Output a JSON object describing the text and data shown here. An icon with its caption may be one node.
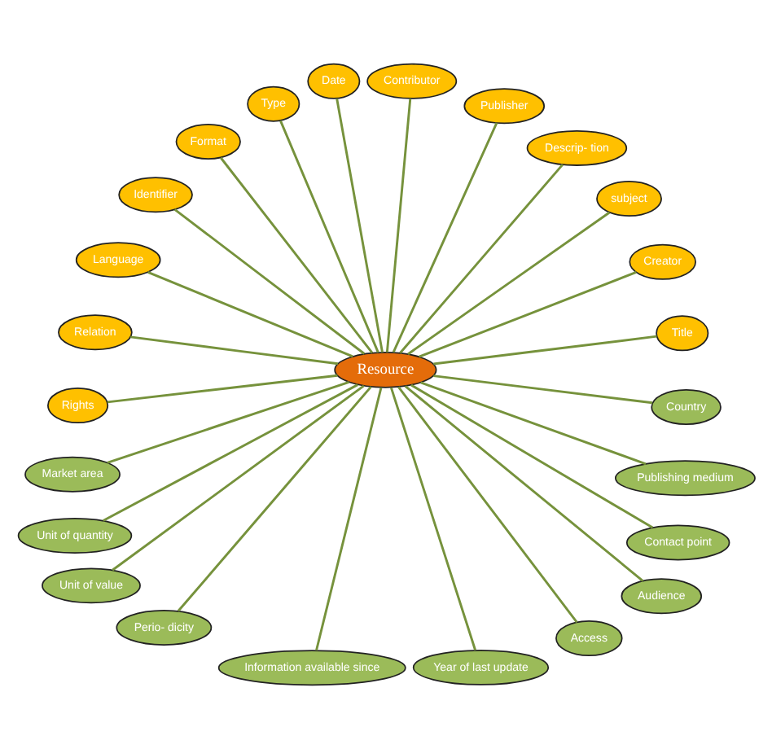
{
  "diagram": {
    "nodes": [
      {
        "text": [
          "Resource"
        ]
      },
      {
        "text": [
          "Title"
        ]
      },
      {
        "text": [
          "Creator"
        ]
      },
      {
        "text": [
          "subject"
        ]
      },
      {
        "text": [
          "Descrip- tion"
        ]
      },
      {
        "text": [
          "Publisher"
        ]
      },
      {
        "text": [
          "Contributor"
        ]
      },
      {
        "text": [
          "Date"
        ]
      },
      {
        "text": [
          "Type"
        ]
      },
      {
        "text": [
          "Format"
        ]
      },
      {
        "text": [
          "Identifier"
        ]
      },
      {
        "text": [
          "Language"
        ]
      },
      {
        "text": [
          "Relation"
        ]
      },
      {
        "text": [
          "Rights"
        ]
      },
      {
        "text": [
          "Market area"
        ]
      },
      {
        "text": [
          "Unit of quantity"
        ]
      },
      {
        "text": [
          "Unit of value"
        ]
      },
      {
        "text": [
          "Perio- dicity"
        ]
      },
      {
        "text": [
          "Information available since"
        ]
      },
      {
        "text": [
          "Year of last update"
        ]
      },
      {
        "text": [
          "Access"
        ]
      },
      {
        "text": [
          "Audience"
        ]
      },
      {
        "text": [
          "Contact point"
        ]
      },
      {
        "text": [
          "Publishing medium"
        ]
      },
      {
        "text": [
          "Country"
        ]
      }
    ],
    "edges": [
      {
        "from": 0,
        "to": 1,
        "arrow": "none"
      },
      {
        "from": 0,
        "to": 2,
        "arrow": "none"
      },
      {
        "from": 0,
        "to": 3,
        "arrow": "none"
      },
      {
        "from": 0,
        "to": 4,
        "arrow": "none"
      },
      {
        "from": 0,
        "to": 5,
        "arrow": "none"
      },
      {
        "from": 0,
        "to": 6,
        "arrow": "none"
      },
      {
        "from": 0,
        "to": 7,
        "arrow": "none"
      },
      {
        "from": 0,
        "to": 8,
        "arrow": "none"
      },
      {
        "from": 0,
        "to": 9,
        "arrow": "none"
      },
      {
        "from": 0,
        "to": 10,
        "arrow": "none"
      },
      {
        "from": 0,
        "to": 11,
        "arrow": "none"
      },
      {
        "from": 0,
        "to": 12,
        "arrow": "none"
      },
      {
        "from": 0,
        "to": 13,
        "arrow": "none"
      },
      {
        "from": 0,
        "to": 14,
        "arrow": "none"
      },
      {
        "from": 0,
        "to": 15,
        "arrow": "none"
      },
      {
        "from": 0,
        "to": 16,
        "arrow": "none"
      },
      {
        "from": 0,
        "to": 17,
        "arrow": "none"
      },
      {
        "from": 0,
        "to": 18,
        "arrow": "none"
      },
      {
        "from": 0,
        "to": 19,
        "arrow": "none"
      },
      {
        "from": 0,
        "to": 20,
        "arrow": "none"
      },
      {
        "from": 0,
        "to": 21,
        "arrow": "none"
      },
      {
        "from": 0,
        "to": 22,
        "arrow": "none"
      },
      {
        "from": 0,
        "to": 23,
        "arrow": "none"
      },
      {
        "from": 0,
        "to": 24,
        "arrow": "none"
      }
    ]
  }
}
